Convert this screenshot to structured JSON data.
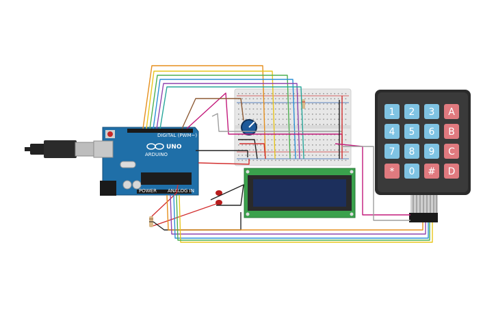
{
  "canvas": {
    "background": "#ffffff"
  },
  "arduino": {
    "model_label": "UNO",
    "brand_label": "ARDUINO",
    "power_label": "POWER",
    "analog_label": "ANALOG IN",
    "digital_label": "DIGITAL (PWM~)",
    "board_color": "#1f6fa8"
  },
  "keypad": {
    "rows": [
      [
        "1",
        "2",
        "3",
        "A"
      ],
      [
        "4",
        "5",
        "6",
        "B"
      ],
      [
        "7",
        "8",
        "9",
        "C"
      ],
      [
        "*",
        "0",
        "#",
        "D"
      ]
    ],
    "digit_color": "#7fc3e3",
    "letter_color": "#e07a7f",
    "frame_color": "#2b2b2b"
  },
  "lcd": {
    "board_color": "#3aa14c",
    "screen_color": "#1c2f5c"
  },
  "breadboard": {
    "color": "#e7e7e7"
  },
  "wire_colors": {
    "orange": "#e58e1b",
    "yellow": "#e8c51b",
    "green": "#4caf50",
    "blue": "#2a8fd6",
    "purple": "#8e44ad",
    "magenta": "#c2187a",
    "red": "#d32f2f",
    "black": "#222222",
    "grey": "#9e9e9e",
    "brown": "#8d5a34"
  }
}
